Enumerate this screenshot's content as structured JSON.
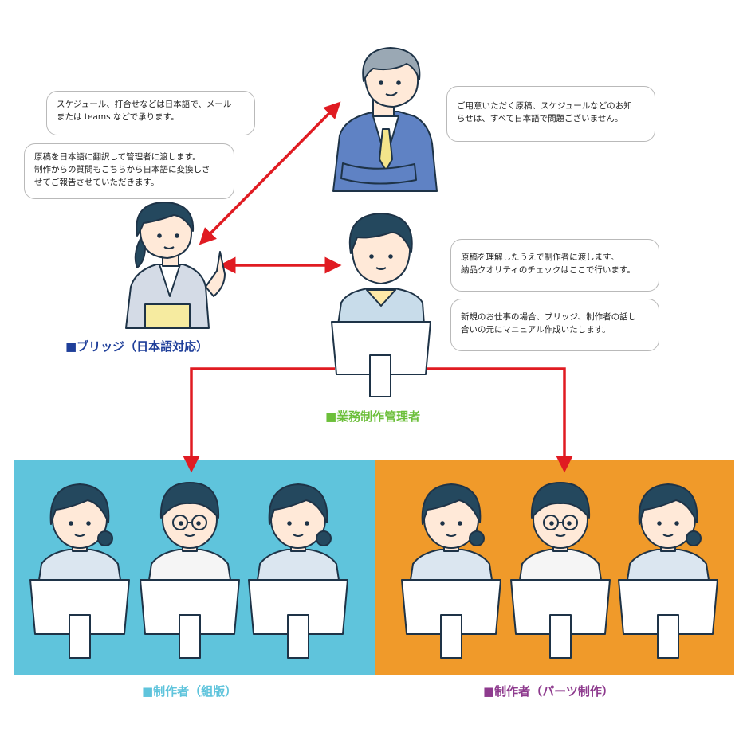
{
  "colors": {
    "arrow": "#e01b22",
    "bridge_label": "#1f3f9a",
    "manager_label": "#6cbf3a",
    "typeset_label": "#5fc4dc",
    "parts_label": "#8e3b8e",
    "panel_blue": "#5fc4dc",
    "panel_orange": "#f09a2a",
    "skin": "#ffe9d8",
    "hair": "#24485e"
  },
  "bubbles": {
    "schedule": "スケジュール、打合せなどは日本語で、メール\nまたは teams などで承ります。",
    "translate": "原稿を日本語に翻訳して管理者に渡します。\n制作からの質問もこちらから日本語に変換しさ\nせてご報告させていただきます。",
    "client": "ご用意いただく原稿、スケジュールなどのお知\nらせは、すべて日本語で問題ございません。",
    "manager_check": "原稿を理解したうえで制作者に渡します。\n納品クオリティのチェックはここで行います。",
    "manual": "新規のお仕事の場合、ブリッジ、制作者の話し\n合いの元にマニュアル作成いたします。"
  },
  "labels": {
    "bridge": "■ブリッジ（日本語対応）",
    "manager": "■業務制作管理者",
    "typeset": "■制作者（組版）",
    "parts": "■制作者（パーツ制作）"
  },
  "icons": {
    "client": "client-businessman-icon",
    "bridge": "bridge-woman-icon",
    "manager": "manager-at-computer-icon",
    "worker": "worker-at-computer-icon"
  }
}
